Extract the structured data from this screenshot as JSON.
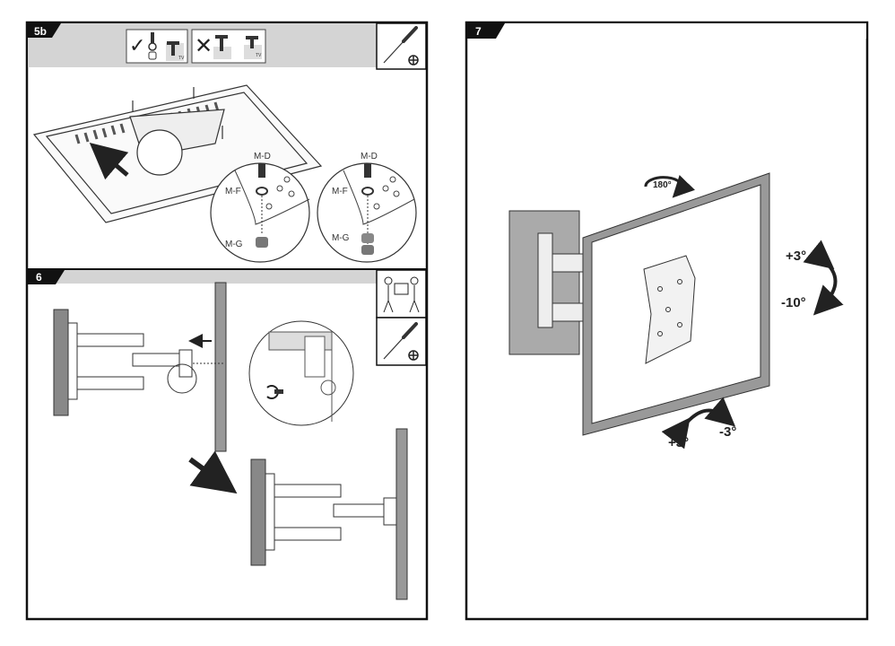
{
  "steps": {
    "s5b": {
      "label": "5b",
      "correct_symbol": "✓",
      "wrong_symbol": "✕",
      "tv_label": "TV",
      "parts": {
        "md": "M-D",
        "mf": "M-F",
        "mg": "M-G"
      }
    },
    "s6": {
      "label": "6"
    },
    "s7": {
      "label": "7",
      "swivel": "180°",
      "tilt_up": "+3°",
      "tilt_down": "-10°",
      "level_left": "+3°",
      "level_right": "-3°"
    }
  },
  "icons": [
    "screwdriver-icon",
    "two-person-lift-icon",
    "rotate-arrow-icon",
    "arrow-icon"
  ]
}
